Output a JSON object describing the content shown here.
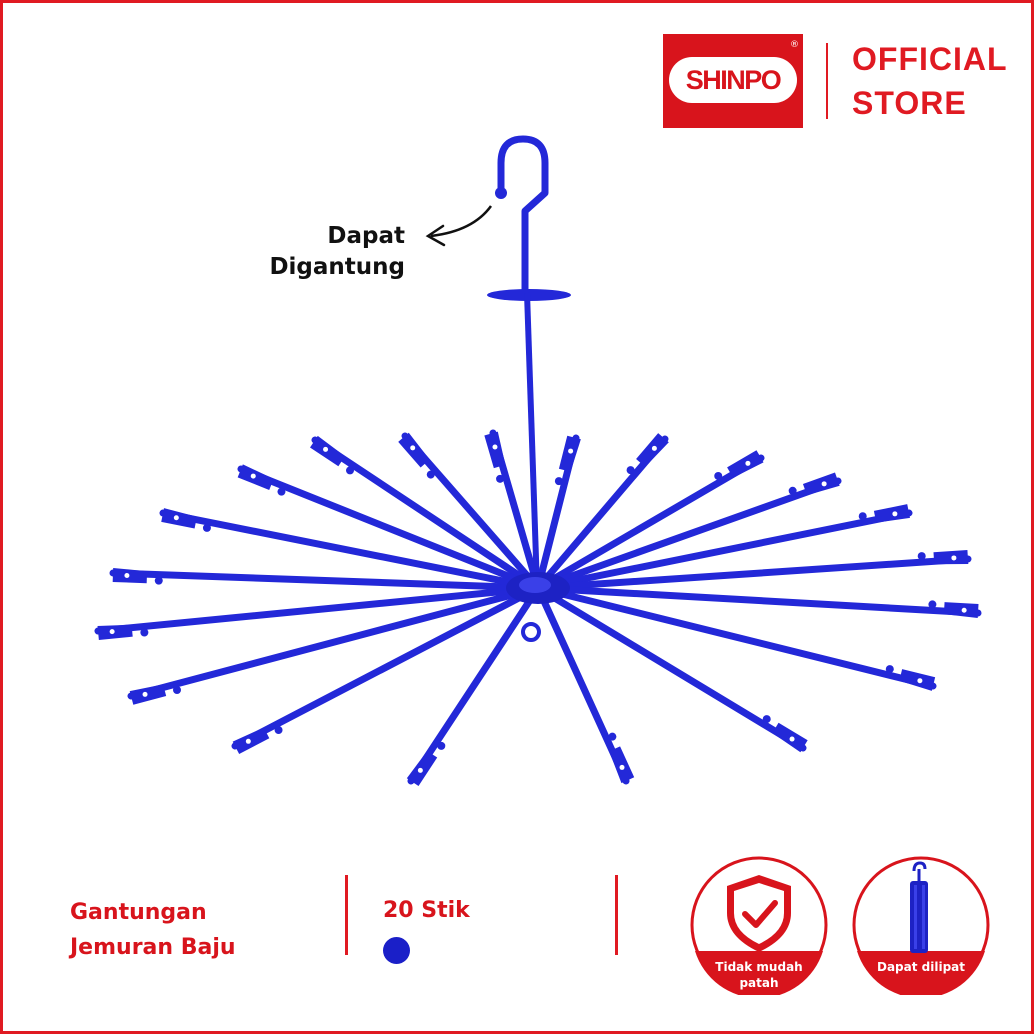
{
  "brand": {
    "logo_text": "SHINPO",
    "registered_mark": "®",
    "store_line_1": "OFFICIAL",
    "store_line_2": "STORE",
    "brand_color": "#d8141c"
  },
  "callout": {
    "line_1": "Dapat",
    "line_2": "Digantung"
  },
  "product": {
    "name_line_1": "Gantungan",
    "name_line_2": "Jemuran Baju",
    "stick_count_label": "20 Stik",
    "color_swatch": "#1a1fc8",
    "hanger_color": "#2328d8"
  },
  "features": [
    {
      "icon": "shield-check-icon",
      "label_line_1": "Tidak mudah",
      "label_line_2": "patah"
    },
    {
      "icon": "folded-hanger-icon",
      "label_line_1": "Dapat dilipat"
    }
  ]
}
